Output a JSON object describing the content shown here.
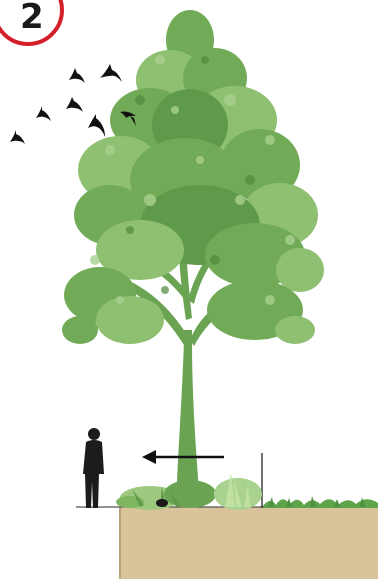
{
  "badge": {
    "number": "2",
    "ring_color": "#d4202a"
  },
  "colors": {
    "foliage_dark": "#5f9a4a",
    "foliage_mid": "#72ab57",
    "foliage_light": "#8fc072",
    "trunk": "#6aa453",
    "soil": "#d8c39a",
    "soil_edge": "#b9a27a",
    "birds": "#111111",
    "person": "#1c1c1c",
    "arrow": "#111111",
    "grass": "#5ea44a"
  },
  "icons": [
    "bird-icon",
    "person-silhouette",
    "tree-illustration",
    "left-arrow-icon",
    "shrub-planting",
    "soil-block",
    "fence-post"
  ]
}
